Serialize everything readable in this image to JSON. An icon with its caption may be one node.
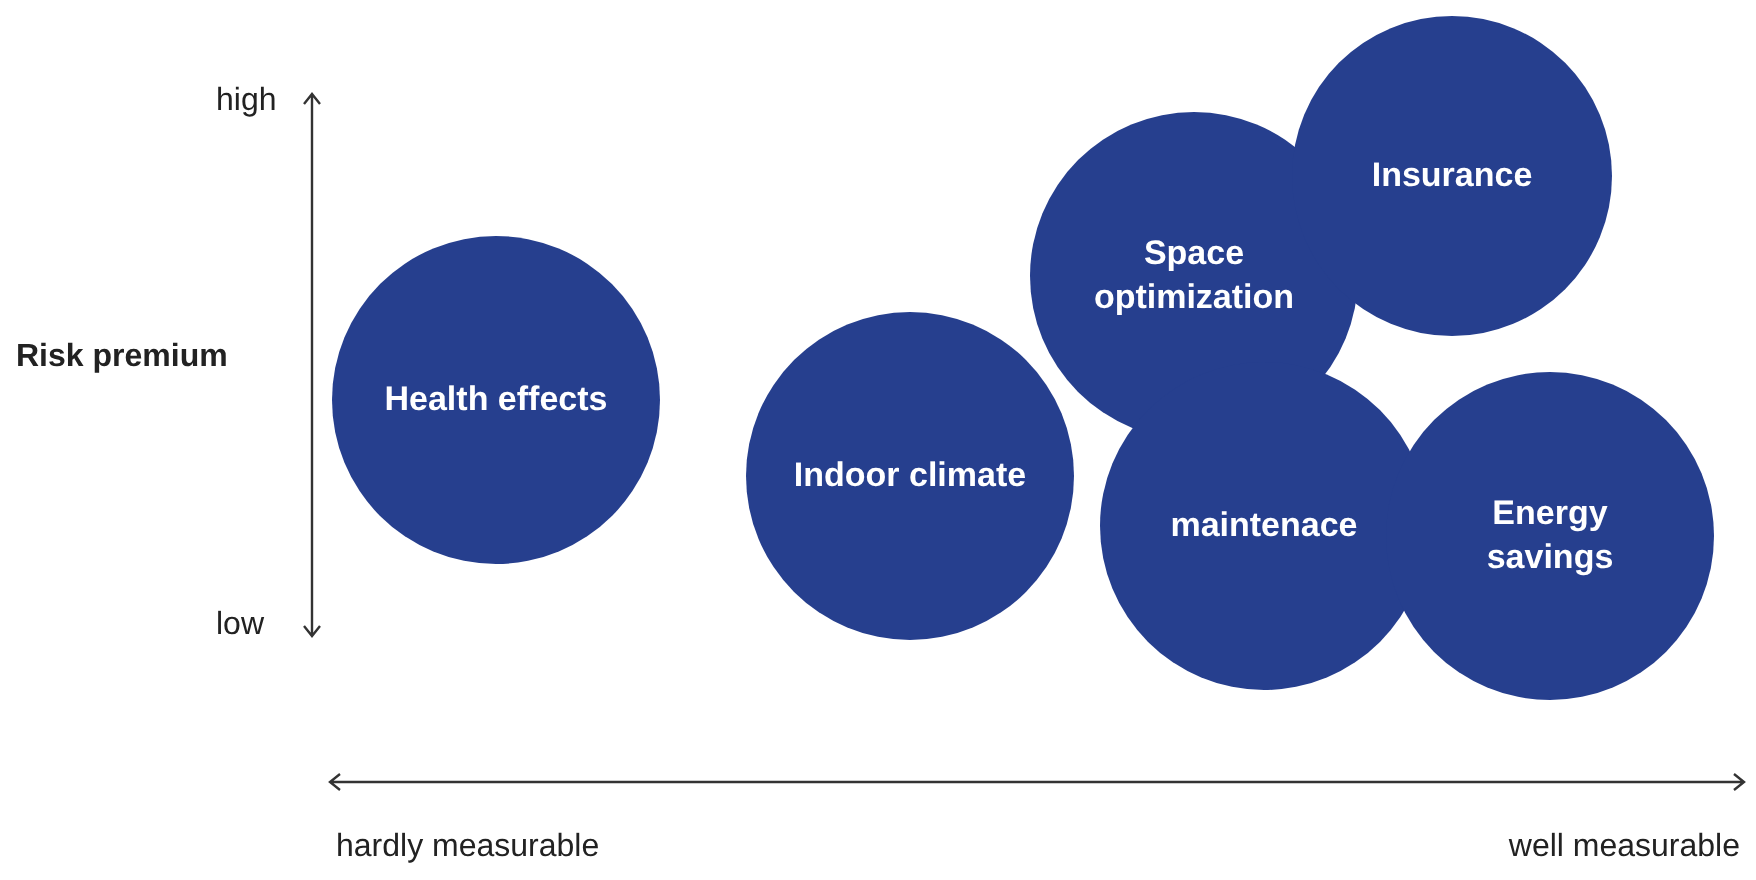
{
  "diagram": {
    "nodes": [
      {
        "text": [
          "Health effects"
        ]
      },
      {
        "text": [
          "Indoor climate"
        ]
      },
      {
        "text": [
          "Space optimization"
        ]
      },
      {
        "text": [
          "Insurance"
        ]
      },
      {
        "text": [
          "maintenace"
        ]
      },
      {
        "text": [
          "Energy savings"
        ]
      }
    ],
    "labels": [
      "high",
      "Risk premium",
      "low",
      "hardly measurable",
      "well measurable"
    ]
  }
}
